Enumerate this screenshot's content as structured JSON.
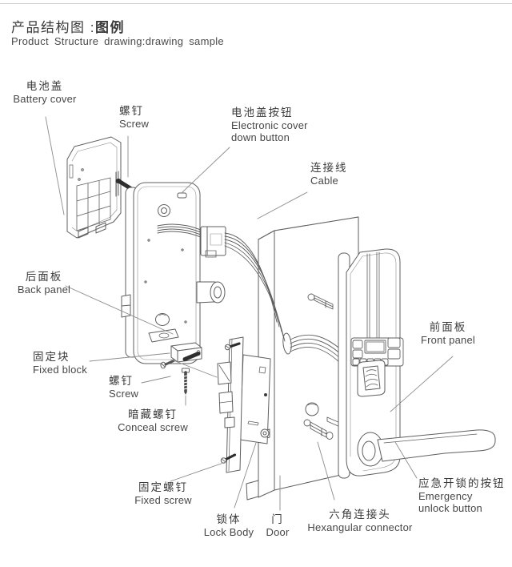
{
  "header": {
    "title_cjk": "产品结构图 :",
    "title_cjk_em": "图例",
    "title_en": "Product Structure drawing:drawing sample"
  },
  "labels": {
    "battery_cover": {
      "cjk": "电池盖",
      "en": "Battery cover"
    },
    "screw_top": {
      "cjk": "螺钉",
      "en": "Screw"
    },
    "cover_button": {
      "cjk": "电池盖按钮",
      "en1": "Electronic cover",
      "en2": "down button"
    },
    "cable": {
      "cjk": "连接线",
      "en": "Cable"
    },
    "back_panel": {
      "cjk": "后面板",
      "en": "Back panel"
    },
    "fixed_block": {
      "cjk": "固定块",
      "en": "Fixed block"
    },
    "screw_mid": {
      "cjk": "螺钉",
      "en": "Screw"
    },
    "conceal_screw": {
      "cjk": "暗藏螺钉",
      "en": "Conceal screw"
    },
    "fixed_screw": {
      "cjk": "固定螺钉",
      "en": "Fixed screw"
    },
    "lock_body": {
      "cjk": "锁体",
      "en": "Lock Body"
    },
    "door": {
      "cjk": "门",
      "en": "Door"
    },
    "hex_connector": {
      "cjk": "六角连接头",
      "en": "Hexangular connector"
    },
    "emergency_button": {
      "cjk": "应急开锁的按钮",
      "en1": "Emergency",
      "en2": "unlock button"
    },
    "front_panel": {
      "cjk": "前面板",
      "en": "Front panel"
    }
  },
  "colors": {
    "line": "#5f5f5f",
    "leader": "#8c8c8c",
    "dark": "#2e2e2e",
    "text": "#3c3c3c"
  }
}
